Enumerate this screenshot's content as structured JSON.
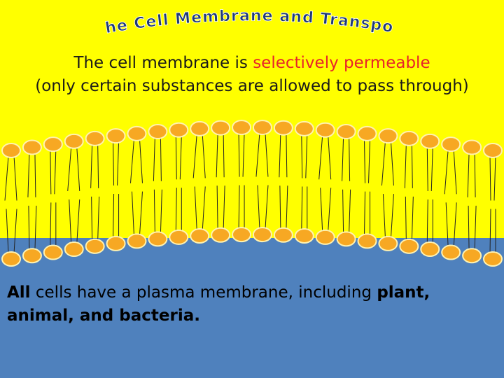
{
  "title": "The Cell Membrane and Transport",
  "subtitle": {
    "before": "The cell membrane is ",
    "highlight": "selectively permeable",
    "line2": "(only certain substances are allowed to pass through)"
  },
  "body": {
    "bold1": "All",
    "mid": " cells have a plasma membrane, including ",
    "bold2": "plant,",
    "line2_bold": "animal, and bacteria."
  },
  "colors": {
    "top_background": "#ffff00",
    "bottom_background": "#4f81bd",
    "phospholipid_head": "#f7a823",
    "highlight_text": "#e8232a",
    "title_fill": "#1f3a78"
  }
}
